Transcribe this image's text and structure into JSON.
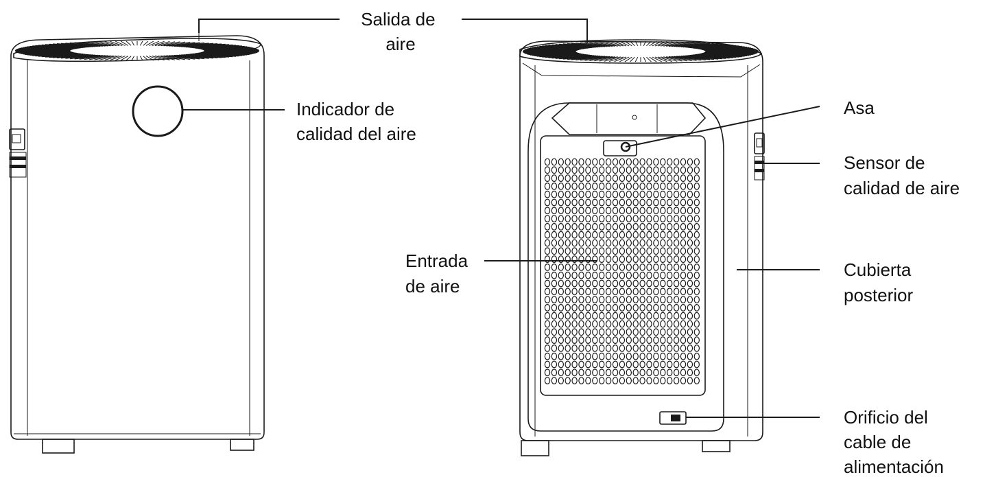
{
  "labels": {
    "outlet": [
      "Salida de",
      "aire"
    ],
    "indicator": [
      "Indicador de",
      "calidad del aire"
    ],
    "handle": [
      "Asa"
    ],
    "sensor": [
      "Sensor de",
      "calidad de aire"
    ],
    "inlet": [
      "Entrada",
      "de aire"
    ],
    "back_cover": [
      "Cubierta",
      "posterior"
    ],
    "power_hole": [
      "Orificio del",
      "cable de",
      "alimentación"
    ]
  },
  "colors": {
    "line": "#1a1a1a",
    "text": "#111111",
    "background": "#ffffff"
  }
}
